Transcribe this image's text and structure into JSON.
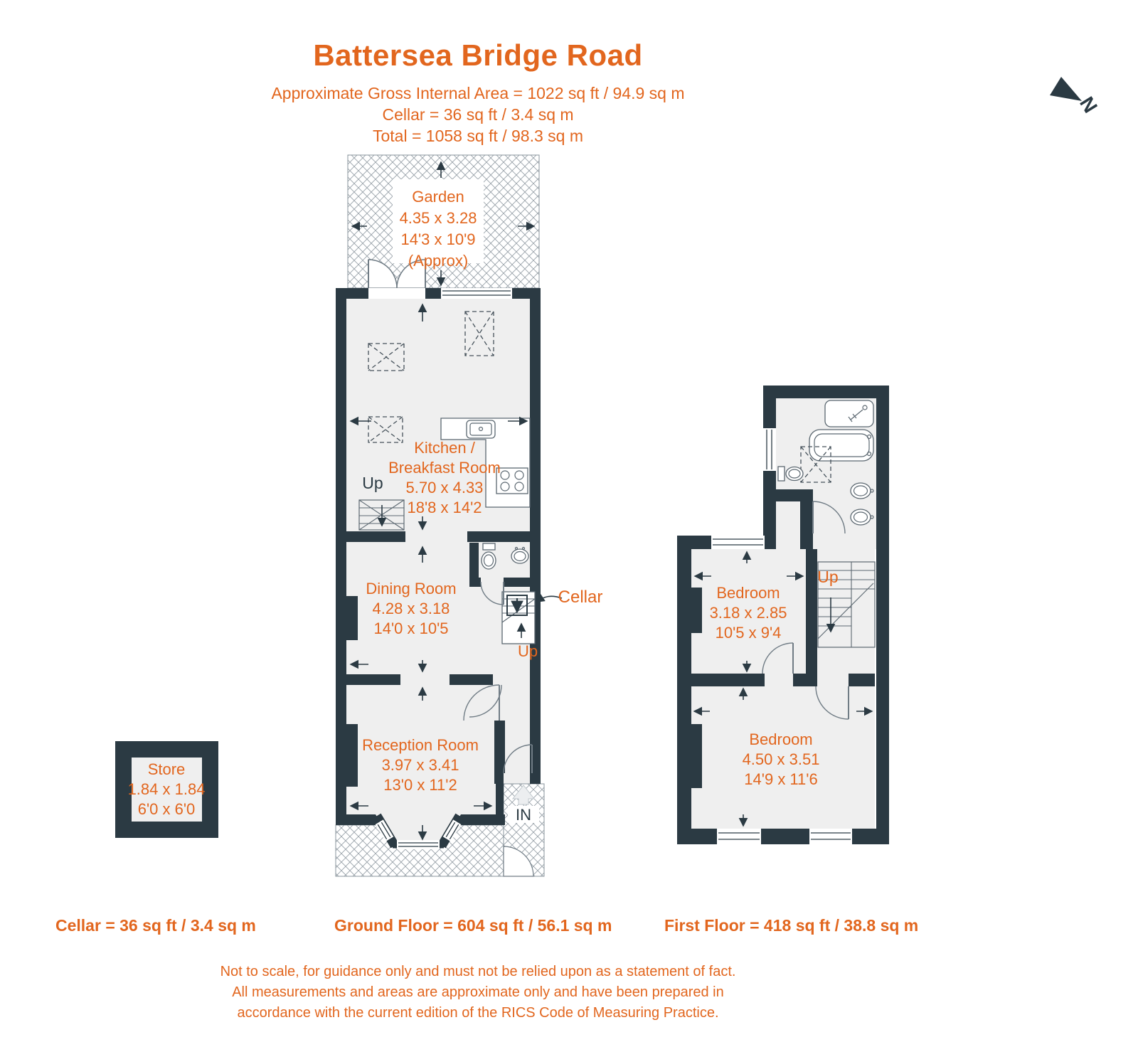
{
  "title": "Battersea Bridge Road",
  "header": {
    "area_line": "Approximate Gross Internal Area = 1022 sq ft / 94.9 sq m",
    "cellar_line": "Cellar = 36 sq ft / 3.4 sq m",
    "total_line": "Total = 1058 sq ft / 98.3 sq m"
  },
  "compass": {
    "north_label": "N"
  },
  "ground_floor": {
    "garden": {
      "name": "Garden",
      "metric": "4.35 x 3.28",
      "imperial": "14'3 x 10'9",
      "note": "(Approx)"
    },
    "kitchen": {
      "name_line1": "Kitchen /",
      "name_line2": "Breakfast Room",
      "metric": "5.70 x 4.33",
      "imperial": "18'8 x 14'2"
    },
    "dining": {
      "name": "Dining Room",
      "metric": "4.28 x 3.18",
      "imperial": "14'0 x 10'5"
    },
    "reception": {
      "name": "Reception Room",
      "metric": "3.97 x 3.41",
      "imperial": "13'0 x 11'2"
    },
    "kitchen_up_label": "Up",
    "cellar_up_label": "Up",
    "cellar_pointer_label": "Cellar",
    "entrance_label": "IN"
  },
  "first_floor": {
    "bedroom_small": {
      "name": "Bedroom",
      "metric": "3.18 x 2.85",
      "imperial": "10'5 x 9'4"
    },
    "bedroom_large": {
      "name": "Bedroom",
      "metric": "4.50 x 3.51",
      "imperial": "14'9 x 11'6"
    },
    "stairs_up_label": "Up"
  },
  "cellar_plan": {
    "store": {
      "name": "Store",
      "metric": "1.84 x 1.84",
      "imperial": "6'0 x 6'0"
    }
  },
  "footer": {
    "cellar_area": "Cellar = 36 sq ft / 3.4 sq m",
    "ground_floor_area": "Ground Floor = 604 sq ft / 56.1 sq m",
    "first_floor_area": "First Floor = 418 sq ft / 38.8 sq m"
  },
  "disclaimer": {
    "line1": "Not to scale, for guidance only and must not be relied upon as a statement of fact.",
    "line2": "All measurements and areas are approximate only and have been prepared in",
    "line3": "accordance with the current edition of the RICS Code of Measuring Practice."
  },
  "colors": {
    "accent_orange": "#E2661E",
    "wall_dark": "#2B3A43",
    "floor_light": "#EFEFEF"
  }
}
